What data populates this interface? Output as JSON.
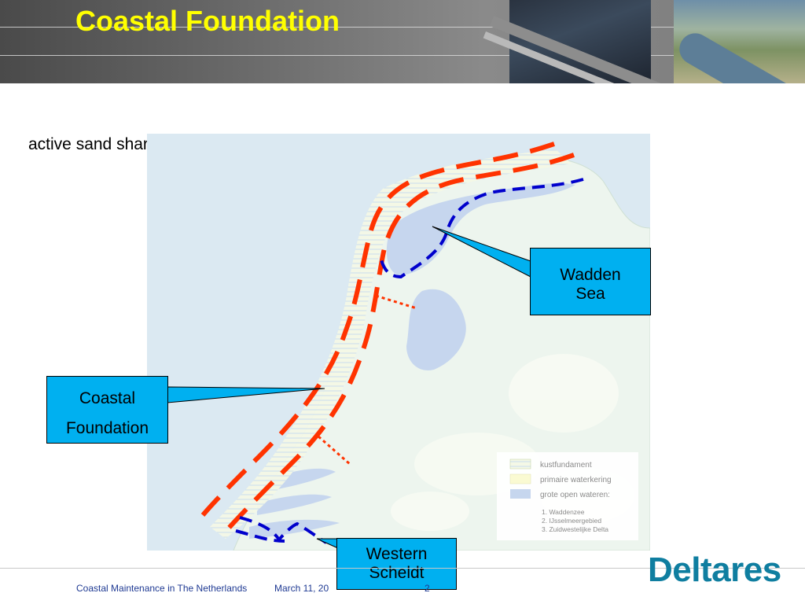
{
  "header": {
    "title": "Coastal Foundation"
  },
  "subtitle": "active sand sharing coastal system",
  "callouts": {
    "wadden": [
      "Wadden",
      "Sea"
    ],
    "coastal": [
      "Coastal",
      "Foundation"
    ],
    "western": [
      "Western",
      "Scheldt"
    ]
  },
  "legend": {
    "items": [
      "kustfundament",
      "primaire waterkering",
      "grote open wateren:"
    ],
    "list": [
      "1.  Waddenzee",
      "2.  IJsselmeergebied",
      "3.  Zuidwestelijke Delta"
    ]
  },
  "footer": {
    "left": "Coastal Maintenance in The Netherlands",
    "date": "March 11, 20",
    "page": "2"
  },
  "logo": "Deltares",
  "colors": {
    "title": "#ffff00",
    "callout": "#00b0f0",
    "coast_line": "#ff3300",
    "estuary_line": "#0000cc",
    "logo": "#0f7ea0"
  }
}
